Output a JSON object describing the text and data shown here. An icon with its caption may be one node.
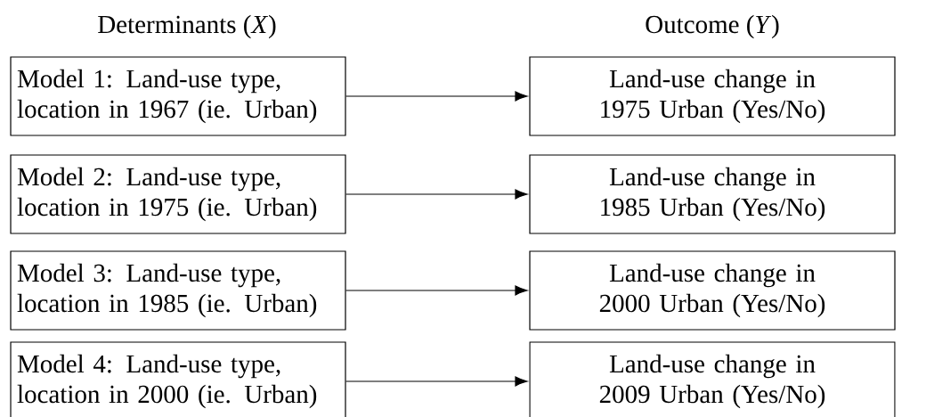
{
  "diagram": {
    "nodes": [
      {
        "text": [
          "Model 1:  Land-use type, location in 1967 (ie. Urban)"
        ]
      },
      {
        "text": [
          "Land-use change in 1975 Urban (Yes/No)"
        ]
      },
      {
        "text": [
          "Model 2:  Land-use type, location in 1975 (ie. Urban)"
        ]
      },
      {
        "text": [
          "Land-use change in 1985 Urban (Yes/No)"
        ]
      },
      {
        "text": [
          "Model 3:  Land-use type, location in 1985 (ie. Urban)"
        ]
      },
      {
        "text": [
          "Land-use change in 2000 Urban (Yes/No)"
        ]
      },
      {
        "text": [
          "Model 4:  Land-use type, location in 2000 (ie. Urban)"
        ]
      },
      {
        "text": [
          "Land-use change in 2009 Urban (Yes/No)"
        ]
      }
    ],
    "edges": [
      {
        "from": 0,
        "to": 1,
        "arrow": "to"
      },
      {
        "from": 2,
        "to": 3,
        "arrow": "to"
      },
      {
        "from": 4,
        "to": 5,
        "arrow": "to"
      },
      {
        "from": 6,
        "to": 7,
        "arrow": "to"
      }
    ],
    "labels": [
      "Determinants (*X*)",
      "Outcome (*Y*)"
    ]
  }
}
